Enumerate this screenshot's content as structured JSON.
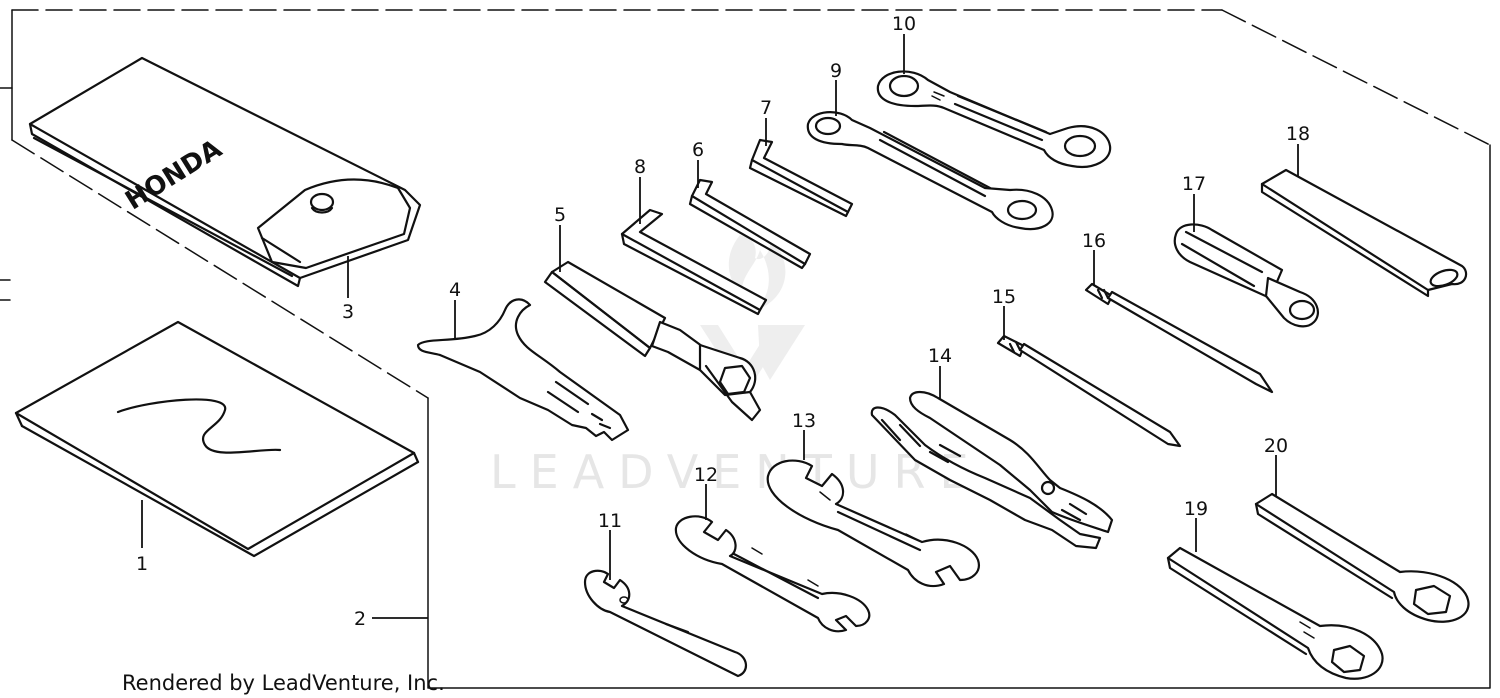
{
  "watermark": "LEADVENTURE",
  "footer": "Rendered by LeadVenture, Inc.",
  "pouch_logo": "HONDA",
  "callouts": [
    "1",
    "2",
    "3",
    "4",
    "5",
    "6",
    "7",
    "8",
    "9",
    "10",
    "11",
    "12",
    "13",
    "14",
    "15",
    "16",
    "17",
    "18",
    "19",
    "20"
  ]
}
